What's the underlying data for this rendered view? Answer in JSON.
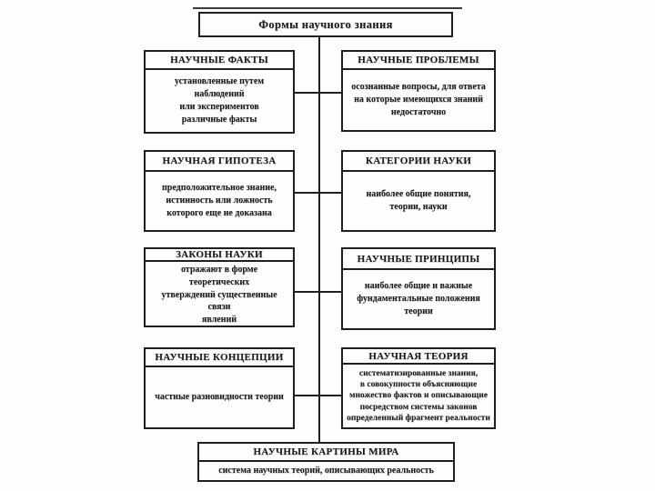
{
  "title": {
    "text": "Формы научного знания"
  },
  "left_column": [
    {
      "header": "НАУЧНЫЕ ФАКТЫ",
      "body": "установленные путем наблюдений\nили экспериментов\nразличные факты"
    },
    {
      "header": "НАУЧНАЯ ГИПОТЕЗА",
      "body": "предположительное знание,\nистинность или ложность\nкоторого еще не доказана"
    },
    {
      "header": "ЗАКОНЫ НАУКИ",
      "body": "отражают в форме теоретических\nутверждений существенные связи\nявлений"
    },
    {
      "header": "НАУЧНЫЕ КОНЦЕПЦИИ",
      "body": "частные разновидности теории"
    }
  ],
  "right_column": [
    {
      "header": "НАУЧНЫЕ ПРОБЛЕМЫ",
      "body": "осознанные вопросы, для ответа\nна которые имеющихся знаний\nнедостаточно"
    },
    {
      "header": "КАТЕГОРИИ НАУКИ",
      "body": "наиболее общие понятия,\nтеории, науки"
    },
    {
      "header": "НАУЧНЫЕ ПРИНЦИПЫ",
      "body": "наиболее общие и важные\nфундаментальные положения\nтеории"
    },
    {
      "header": "НАУЧНАЯ ТЕОРИЯ",
      "body": "систематизированные знания,\nв совокупности объясняющие\nмножество фактов и описывающие\nпосредством системы законов\nопределенный фрагмент реальности"
    }
  ],
  "footer": {
    "header": "НАУЧНЫЕ КАРТИНЫ МИРА",
    "body": "система научных теорий, описывающих реальность"
  },
  "colors": {
    "ink": "#1f1f1f",
    "background": "#fdfdfc"
  }
}
